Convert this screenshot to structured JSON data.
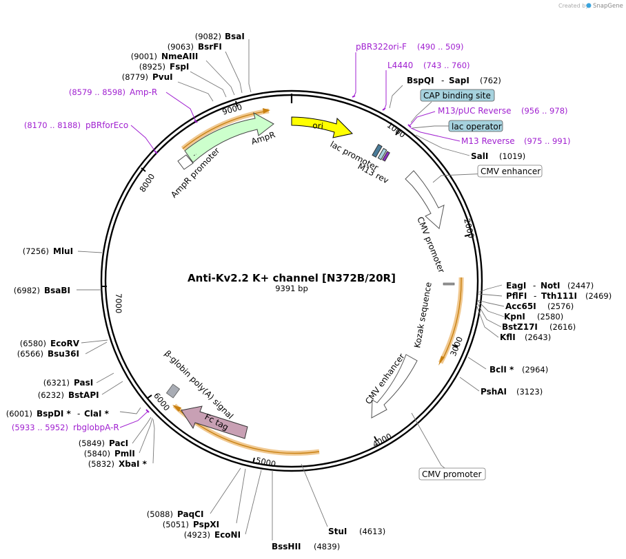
{
  "watermark": {
    "created_by": "Created by",
    "brand": "SnapGene"
  },
  "plasmid": {
    "name": "Anti-Kv2.2 K+ channel [N372B/20R]",
    "size": "9391 bp"
  },
  "ticks": [
    "1000",
    "2000",
    "3000",
    "4000",
    "5000",
    "6000",
    "7000",
    "8000",
    "9000"
  ],
  "enzymes": {
    "bsai": {
      "pos": "(9082)",
      "name": "BsaI"
    },
    "bsrfi": {
      "pos": "(9063)",
      "name": "BsrFI"
    },
    "nmeaiii": {
      "pos": "(9001)",
      "name": "NmeAIII"
    },
    "fspi": {
      "pos": "(8925)",
      "name": "FspI"
    },
    "pvui": {
      "pos": "(8779)",
      "name": "PvuI"
    },
    "bspqi": {
      "name": "BspQI",
      "sep": "-",
      "name2": "SapI",
      "pos": "(762)"
    },
    "sali": {
      "name": "SalI",
      "pos": "(1019)"
    },
    "eagi": {
      "name": "EagI",
      "sep": "-",
      "name2": "NotI",
      "pos": "(2447)"
    },
    "pflfi": {
      "name": "PflFI",
      "sep": "-",
      "name2": "Tth111I",
      "pos": "(2469)"
    },
    "acc65i": {
      "name": "Acc65I",
      "pos": "(2576)"
    },
    "kpni": {
      "name": "KpnI",
      "pos": "(2580)"
    },
    "bstz17i": {
      "name": "BstZ17I",
      "pos": "(2616)"
    },
    "kfli": {
      "name": "KflI",
      "pos": "(2643)"
    },
    "bcli": {
      "name": "BclI *",
      "pos": "(2964)"
    },
    "pshai": {
      "name": "PshAI",
      "pos": "(3123)"
    },
    "stui": {
      "name": "StuI",
      "pos": "(4613)"
    },
    "bsshii": {
      "name": "BssHII",
      "pos": "(4839)"
    },
    "paqci": {
      "pos": "(5088)",
      "name": "PaqCI"
    },
    "pspxi": {
      "pos": "(5051)",
      "name": "PspXI"
    },
    "econi": {
      "pos": "(4923)",
      "name": "EcoNI"
    },
    "paci": {
      "pos": "(5849)",
      "name": "PacI"
    },
    "pmli": {
      "pos": "(5840)",
      "name": "PmlI"
    },
    "xbai": {
      "pos": "(5832)",
      "name": "XbaI *"
    },
    "bspdi": {
      "pos": "(6001)",
      "name": "BspDI *",
      "sep": "-",
      "name2": "ClaI *"
    },
    "bstapi": {
      "pos": "(6232)",
      "name": "BstAPI"
    },
    "pasi": {
      "pos": "(6321)",
      "name": "PasI"
    },
    "bsu36i": {
      "pos": "(6566)",
      "name": "Bsu36I"
    },
    "ecorv": {
      "pos": "(6580)",
      "name": "EcoRV"
    },
    "bsabi": {
      "pos": "(6982)",
      "name": "BsaBI"
    },
    "mlui": {
      "pos": "(7256)",
      "name": "MluI"
    }
  },
  "primers": {
    "pbr322ori": {
      "name": "pBR322ori-F",
      "range": "(490 .. 509)"
    },
    "l4440": {
      "name": "L4440",
      "range": "(743 .. 760)"
    },
    "m13puc": {
      "name": "M13/pUC Reverse",
      "range": "(956 .. 978)"
    },
    "m13rev": {
      "name": "M13 Reverse",
      "range": "(975 .. 991)"
    },
    "ampr": {
      "range": "(8579 .. 8598)",
      "name": "Amp-R"
    },
    "pbrforeco": {
      "range": "(8170 .. 8188)",
      "name": "pBRforEco"
    },
    "rbglobpa": {
      "range": "(5933 .. 5952)",
      "name": "rbglobpA-R"
    }
  },
  "boxed_features": {
    "cap": "CAP binding site",
    "lacop": "lac operator",
    "cmv_enh_top": "CMV enhancer",
    "cmv_prom_bottom": "CMV promoter"
  },
  "map_features": {
    "ori": "ori",
    "lac_promoter": "lac promoter",
    "m13_rev": "M13 rev",
    "cmv_promoter": "CMV promoter",
    "kozak": "Kozak sequence",
    "cmv_enhancer": "CMV enhancer",
    "fc_tag": "Fc tag",
    "beta_globin": "β-globin poly(A) signal",
    "ampr": "AmpR",
    "ampr_promoter": "AmpR promoter"
  },
  "colors": {
    "ori": "#ffff00",
    "ampr": "#ccffcc",
    "fc_tag": "#c8a0b4",
    "box_blue": "#a6d2de",
    "orf_highlight": "#f0c890",
    "primer_purple": "#a020d0",
    "globin_grey": "#a8acb4"
  }
}
